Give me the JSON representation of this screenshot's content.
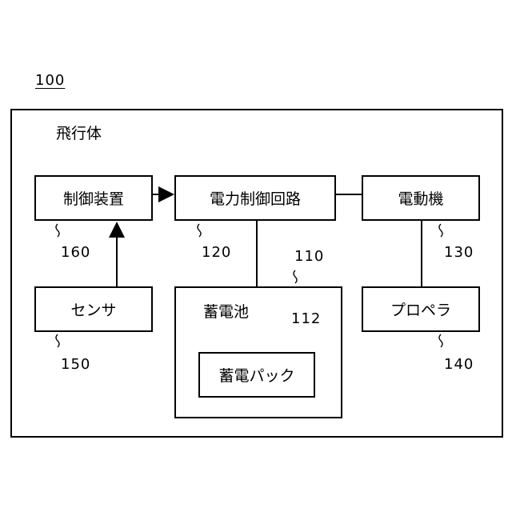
{
  "figure": {
    "ref": "100",
    "outer_label": "飛行体"
  },
  "blocks": [
    {
      "ref": "160",
      "label": "制御装置"
    },
    {
      "ref": "120",
      "label": "電力制御回路"
    },
    {
      "ref": "130",
      "label": "電動機"
    },
    {
      "ref": "150",
      "label": "センサ"
    },
    {
      "ref": "110",
      "label": "蓄電池"
    },
    {
      "ref": "112",
      "label": "蓄電パック"
    },
    {
      "ref": "140",
      "label": "プロペラ"
    }
  ]
}
